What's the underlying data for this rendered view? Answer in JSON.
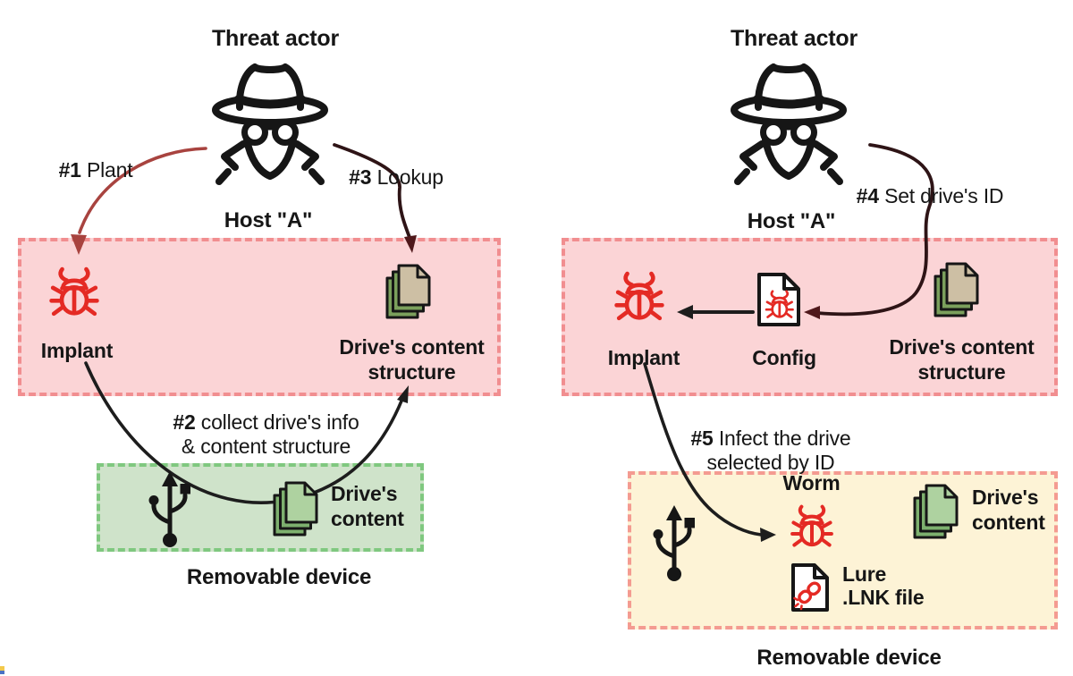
{
  "colors": {
    "ink": "#161616",
    "bug_red": "#e42a24",
    "plant_arrow": "#a8433f",
    "black_arrow": "#1d1d1d",
    "dark_arrow": "#2e1416",
    "maroon_head": "#4f181b",
    "host_box_fill": "#fbd4d6",
    "host_box_border": "#f18e90",
    "usb_box_fill": "#cfe3ca",
    "usb_box_border": "#7fc87f",
    "device_box_fill": "#fdf3d6",
    "device_box_border": "#f49b91",
    "doc_tan_front": "#cdbfa4",
    "doc_tan_back": "#7ba05c",
    "doc_green_front": "#aed2a0",
    "doc_green_back": "#7db06e",
    "artifact_yellow": "#f2c94c",
    "artifact_blue": "#4a72c4"
  },
  "icons": {
    "spy": "incognito-threat-actor",
    "bug": "malware-bug",
    "docs": "document-stack",
    "usb": "usb-trident",
    "config": "document-with-bug",
    "lure": "document-with-broken-link"
  },
  "left": {
    "title": "Threat actor",
    "host_label": "Host \"A\"",
    "step1": {
      "num": "#1",
      "text": "Plant"
    },
    "step2": {
      "num": "#2",
      "line1": "collect drive's info",
      "line2": "& content structure"
    },
    "step3": {
      "num": "#3",
      "text": "Lookup"
    },
    "implant_label": "Implant",
    "dcs": {
      "line1": "Drive's content",
      "line2": "structure"
    },
    "drive_content": {
      "line1": "Drive's",
      "line2": "content"
    },
    "removable_label": "Removable device"
  },
  "right": {
    "title": "Threat actor",
    "host_label": "Host \"A\"",
    "step4": {
      "num": "#4",
      "text": "Set drive's ID"
    },
    "step5": {
      "num": "#5",
      "line1": "Infect the drive",
      "line2": "selected by ID"
    },
    "implant_label": "Implant",
    "config_label": "Config",
    "dcs": {
      "line1": "Drive's content",
      "line2": "structure"
    },
    "worm_label": "Worm",
    "drive_content": {
      "line1": "Drive's",
      "line2": "content"
    },
    "lure": {
      "line1": "Lure",
      "line2": ".LNK file"
    },
    "removable_label": "Removable device"
  }
}
